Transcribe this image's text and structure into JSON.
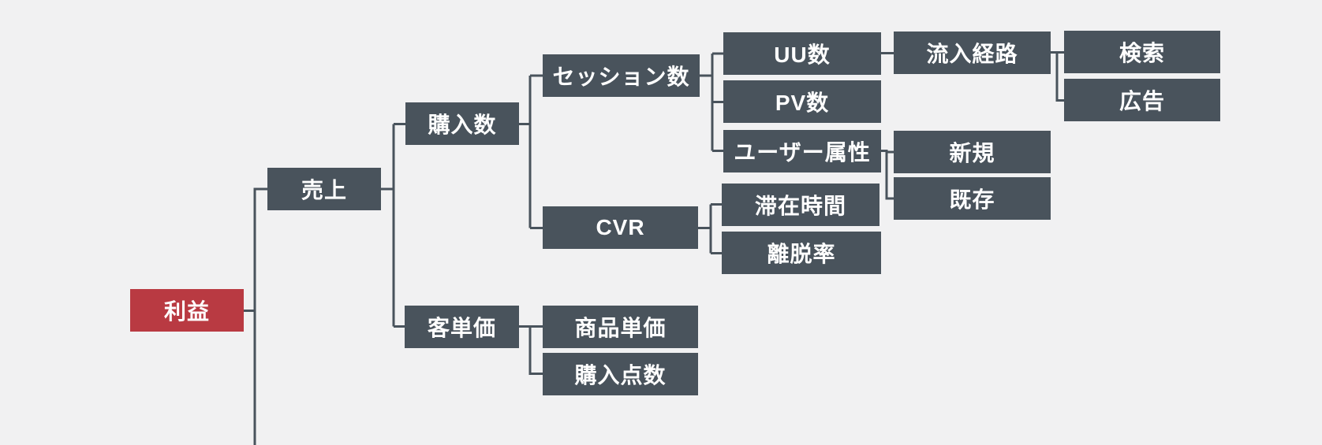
{
  "diagram": {
    "type": "kpi-tree",
    "direction": "left-to-right",
    "colors": {
      "background": "#f1f1f2",
      "node_fill": "#49535c",
      "root_node_fill": "#b93a42",
      "node_text": "#ffffff",
      "connector_line": "#49535c"
    },
    "nodes": {
      "profit": {
        "label": "利益"
      },
      "revenue": {
        "label": "売上"
      },
      "purchases": {
        "label": "購入数"
      },
      "avg_spend": {
        "label": "客単価"
      },
      "sessions": {
        "label": "セッション数"
      },
      "cvr": {
        "label": "CVR"
      },
      "item_price": {
        "label": "商品単価"
      },
      "items_per_purchase": {
        "label": "購入点数"
      },
      "uu": {
        "label": "UU数"
      },
      "pv": {
        "label": "PV数"
      },
      "user_attributes": {
        "label": "ユーザー属性"
      },
      "time_on_site": {
        "label": "滞在時間"
      },
      "bounce_rate": {
        "label": "離脱率"
      },
      "traffic_sources": {
        "label": "流入経路"
      },
      "new_users": {
        "label": "新規"
      },
      "existing_users": {
        "label": "既存"
      },
      "search": {
        "label": "検索"
      },
      "ads": {
        "label": "広告"
      }
    },
    "hierarchy": {
      "label": "利益",
      "has_offscreen_branch_below": true,
      "children": [
        {
          "label": "売上",
          "children": [
            {
              "label": "購入数",
              "children": [
                {
                  "label": "セッション数",
                  "children": [
                    {
                      "label": "UU数",
                      "children": [
                        {
                          "label": "流入経路",
                          "children": [
                            {
                              "label": "検索"
                            },
                            {
                              "label": "広告"
                            }
                          ]
                        }
                      ]
                    },
                    {
                      "label": "PV数"
                    },
                    {
                      "label": "ユーザー属性",
                      "children": [
                        {
                          "label": "新規"
                        },
                        {
                          "label": "既存"
                        }
                      ]
                    }
                  ]
                },
                {
                  "label": "CVR",
                  "children": [
                    {
                      "label": "滞在時間"
                    },
                    {
                      "label": "離脱率"
                    }
                  ]
                }
              ]
            },
            {
              "label": "客単価",
              "children": [
                {
                  "label": "商品単価"
                },
                {
                  "label": "購入点数"
                }
              ]
            }
          ]
        }
      ]
    }
  }
}
